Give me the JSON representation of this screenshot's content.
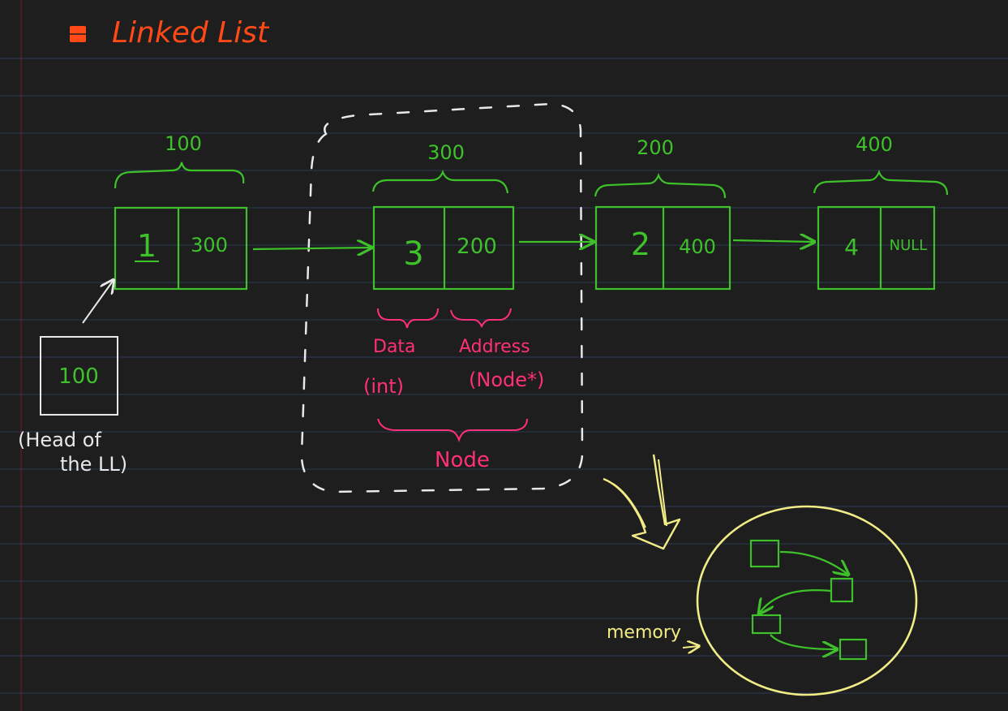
{
  "title": "Linked List",
  "colors": {
    "background": "#1e1e1e",
    "rule_line": "#2b3a55",
    "margin_line": "#6b2020",
    "title": "#ff4a17",
    "green": "#3ec12a",
    "white": "#e8e8e8",
    "pink": "#ff2f78",
    "yellow": "#f2ec86"
  },
  "head": {
    "value": "100",
    "caption_line1": "(Head of",
    "caption_line2": "the LL)"
  },
  "nodes": [
    {
      "address": "100",
      "data": "1",
      "next": "300"
    },
    {
      "address": "300",
      "data": "3",
      "next": "200"
    },
    {
      "address": "200",
      "data": "2",
      "next": "400"
    },
    {
      "address": "400",
      "data": "4",
      "next": "NULL"
    }
  ],
  "annotations": {
    "data_label": "Data",
    "address_label": "Address",
    "data_type": "(int)",
    "address_type": "(Node*)",
    "node_label": "Node",
    "memory_label": "memory"
  }
}
